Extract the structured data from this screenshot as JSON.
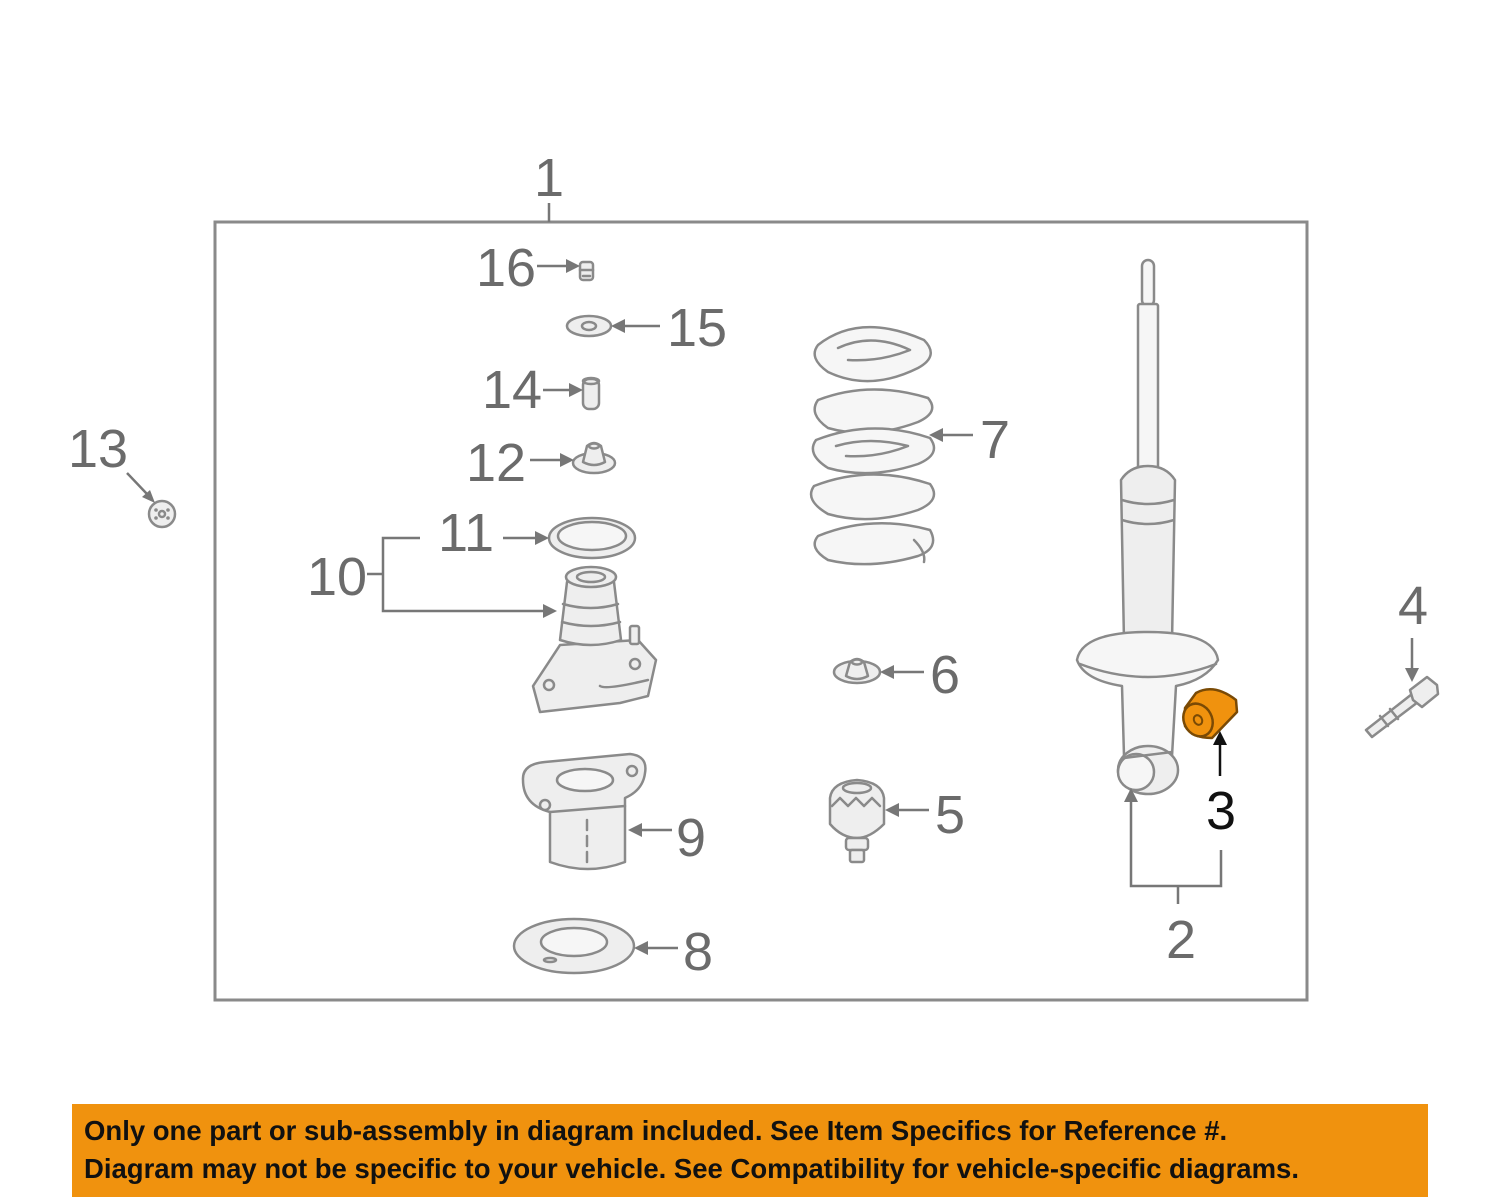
{
  "diagram": {
    "callouts": {
      "c1": "1",
      "c2": "2",
      "c3": "3",
      "c4": "4",
      "c5": "5",
      "c6": "6",
      "c7": "7",
      "c8": "8",
      "c9": "9",
      "c10": "10",
      "c11": "11",
      "c12": "12",
      "c13": "13",
      "c14": "14",
      "c15": "15",
      "c16": "16"
    },
    "highlighted_callout": "3",
    "colors": {
      "highlight": "#f0920e",
      "banner": "#f0920e",
      "part_outline": "#8a8a8a",
      "callout_text": "#6b6b6b"
    }
  },
  "banner": {
    "line1": "Only one part or sub-assembly in diagram included. See Item Specifics for Reference #.",
    "line2": "Diagram may not be specific to your vehicle. See Compatibility for vehicle-specific diagrams."
  }
}
